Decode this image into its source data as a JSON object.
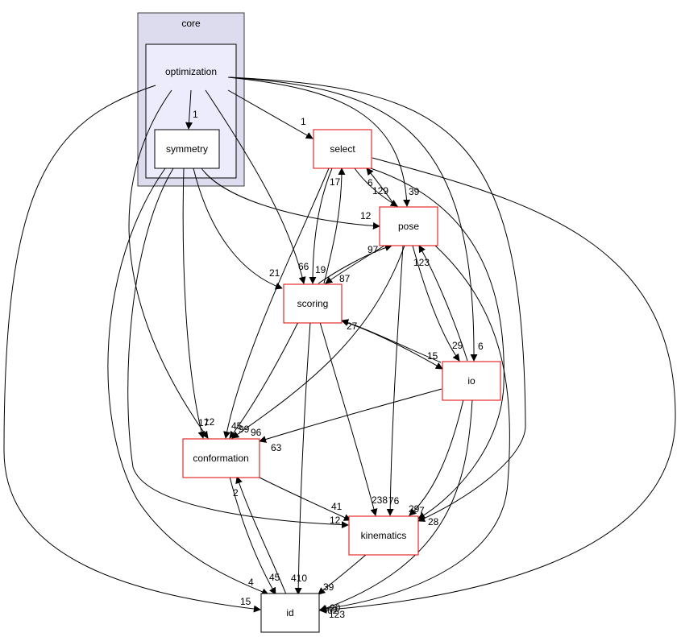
{
  "clusters": {
    "core": {
      "label": "core"
    },
    "optimization": {
      "label": "optimization"
    }
  },
  "nodes": {
    "symmetry": "symmetry",
    "select": "select",
    "pose": "pose",
    "scoring": "scoring",
    "io": "io",
    "conformation": "conformation",
    "kinematics": "kinematics",
    "id": "id"
  },
  "edge_labels": {
    "opt_symmetry": "1",
    "opt_select": "1",
    "opt_pose": "39",
    "opt_scoring": "66",
    "opt_io": "6",
    "opt_kinematics": "7",
    "opt_conformation": "17",
    "opt_id": "15",
    "sym_pose": "12",
    "sym_scoring": "21",
    "sym_conformation": "12",
    "sym_kinematics": "12",
    "sym_id": "4",
    "select_pose": "129",
    "pose_select": "6",
    "select_scoring": "19",
    "scoring_select": "17",
    "select_conformation": "45",
    "select_kinematics": "29",
    "select_id": "123",
    "pose_scoring": "87",
    "scoring_pose": "97",
    "pose_io": "29",
    "io_pose": "123",
    "pose_conformation": "96",
    "pose_kinematics": "76",
    "pose_id": "62",
    "scoring_io": "15",
    "io_scoring": "27",
    "scoring_conformation": "99",
    "scoring_kinematics": "238",
    "scoring_id": "410",
    "io_conformation": "63",
    "io_kinematics": "28",
    "io_id": "20",
    "conformation_kinematics": "41",
    "conformation_id": "45",
    "id_conformation": "2",
    "kinematics_id": "39"
  },
  "colors": {
    "core_fill": "#dcdcee",
    "core_stroke": "#3d3d3d",
    "optimization_fill": "#ececfd",
    "node_red": "#dd0000",
    "node_black": "#000000",
    "edge": "#000000"
  }
}
